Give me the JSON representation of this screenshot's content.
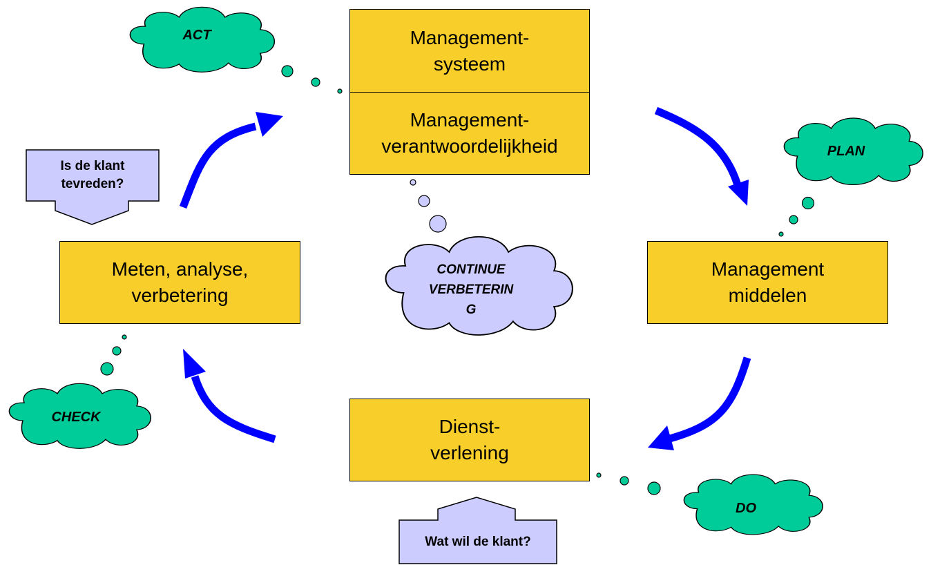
{
  "boxes": {
    "management_system": "Management-\nsysteem",
    "management_responsibility": "Management-\nverantwoordelijkheid",
    "management_resources": "Management\nmiddelen",
    "service_delivery": "Dienst-\nverlening",
    "measure_analyse_improve": "Meten, analyse,\nverbetering"
  },
  "clouds": {
    "act": "ACT",
    "plan": "PLAN",
    "do": "DO",
    "check": "CHECK",
    "center": "CONTINUE\nVERBETERIN\nG"
  },
  "callouts": {
    "customer_satisfied": "Is de klant\ntevreden?",
    "customer_wants": "Wat wil de  klant?"
  },
  "colors": {
    "box_fill": "#F8CE2A",
    "cloud_green": "#00CC99",
    "cloud_lavender": "#CCCCFF",
    "arrow_blue": "#0000FF"
  }
}
